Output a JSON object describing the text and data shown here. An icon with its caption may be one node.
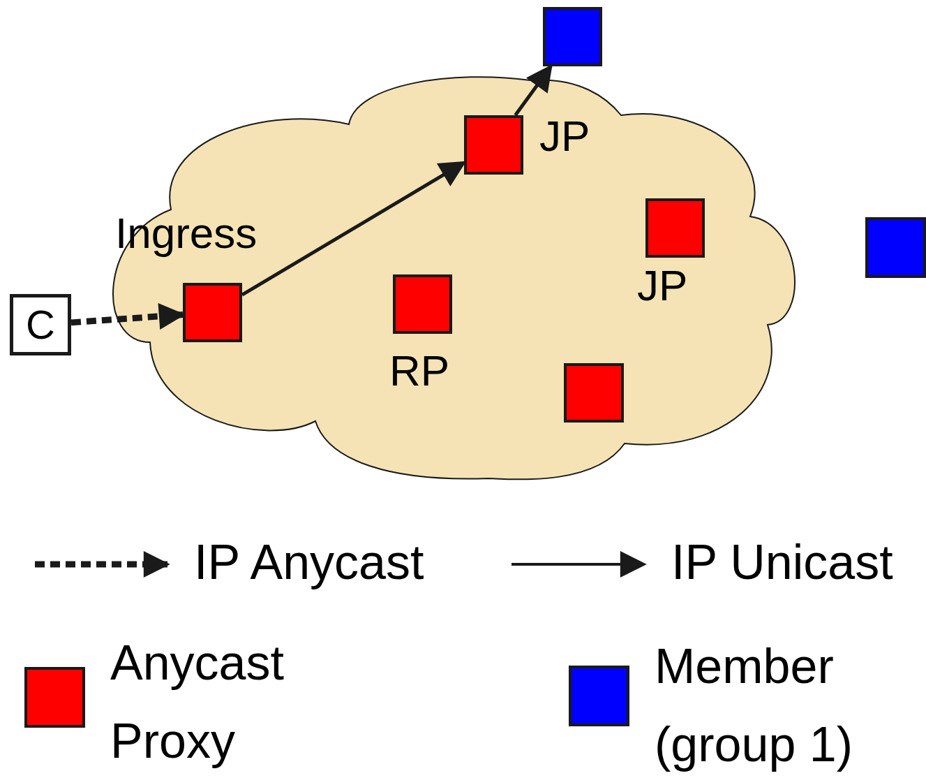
{
  "diagram": {
    "nodes": [
      {
        "text": [],
        "shape": "cloud"
      },
      {
        "text": [
          "C"
        ]
      },
      {
        "text": [],
        "shape": "box",
        "in": 0,
        "beside": [
          "Ingress"
        ]
      },
      {
        "text": [],
        "shape": "box",
        "in": 0,
        "beside": [
          "JP"
        ]
      },
      {
        "text": [],
        "shape": "box"
      },
      {
        "text": [],
        "shape": "box",
        "in": 0,
        "beside": [
          "RP"
        ]
      },
      {
        "text": [],
        "shape": "box",
        "in": 0,
        "beside": [
          "JP"
        ]
      },
      {
        "text": [],
        "shape": "box",
        "in": 0
      },
      {
        "text": [],
        "shape": "box"
      }
    ],
    "edges": [
      {
        "from": 1,
        "to": 2,
        "arrow": "to",
        "style": "dashed"
      },
      {
        "from": 2,
        "to": 3,
        "arrow": "to"
      },
      {
        "from": 3,
        "to": 4,
        "arrow": "to"
      }
    ],
    "legend": [
      {
        "text": "IP Anycast"
      },
      {
        "text": "IP Unicast"
      },
      {
        "text": "Anycast Proxy",
        "color": "#ff0000"
      },
      {
        "text": "Member (group 1)",
        "color": "#0000ff"
      }
    ]
  }
}
